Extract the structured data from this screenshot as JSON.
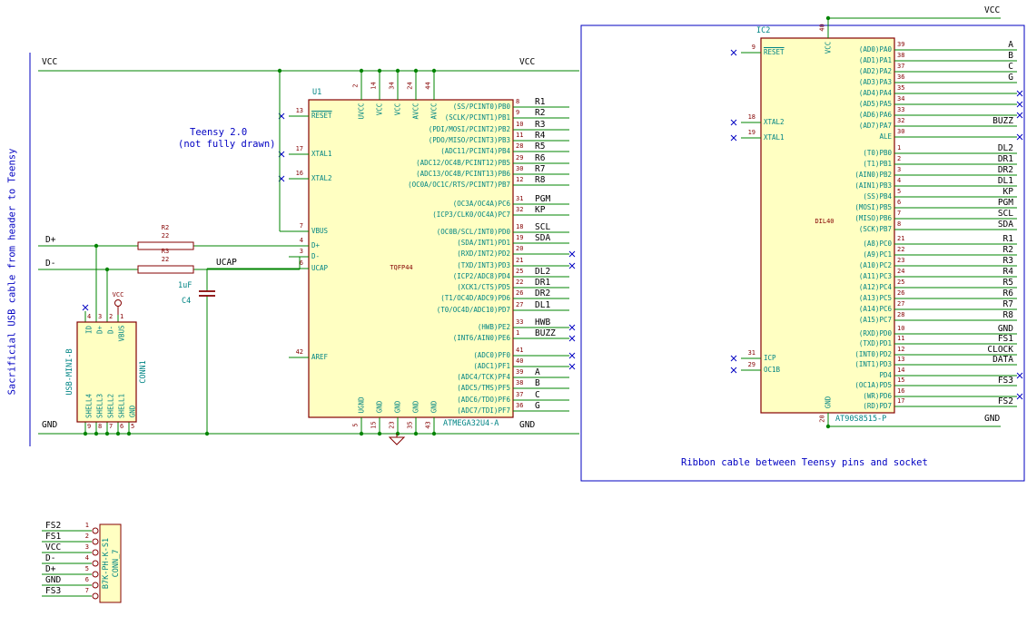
{
  "schematic": {
    "notes": {
      "left_vertical": "Sacrificial USB cable from header to Teensy",
      "teensy": [
        "Teensy 2.0",
        "(not fully drawn)"
      ],
      "ribbon": "Ribbon cable between Teensy pins and socket"
    },
    "power_labels": {
      "vcc": "VCC",
      "gnd": "GND"
    },
    "net_labels": {
      "dplus": "D+",
      "dminus": "D-",
      "ucap": "UCAP"
    },
    "colors": {
      "wire": "#008400",
      "component": "#840000",
      "fields": "#008484",
      "body_fill": "#FFFFC2",
      "note": "#0000C2",
      "label": "#000000"
    },
    "u1": {
      "ref": "U1",
      "value": "ATMEGA32U4-A",
      "footprint": "TQFP44",
      "left_pins": [
        {
          "name": "RESET",
          "number": "13",
          "overline": true,
          "nc": true
        },
        {
          "name": "XTAL1",
          "number": "17",
          "nc": true
        },
        {
          "name": "XTAL2",
          "number": "16",
          "nc": true
        },
        {
          "name": "VBUS",
          "number": "7"
        },
        {
          "name": "D+",
          "number": "4"
        },
        {
          "name": "D-",
          "number": "3"
        },
        {
          "name": "UCAP",
          "number": "6"
        },
        {
          "name": "AREF",
          "number": "42"
        }
      ],
      "top_pins": [
        {
          "name": "UVCC",
          "number": "2"
        },
        {
          "name": "VCC",
          "number": "14"
        },
        {
          "name": "VCC",
          "number": "34"
        },
        {
          "name": "AVCC",
          "number": "24"
        },
        {
          "name": "AVCC",
          "number": "44"
        }
      ],
      "bottom_pins": [
        {
          "name": "UGND",
          "number": "5"
        },
        {
          "name": "GND",
          "number": "15"
        },
        {
          "name": "GND",
          "number": "23"
        },
        {
          "name": "GND",
          "number": "35"
        },
        {
          "name": "GND",
          "number": "43"
        }
      ],
      "right_groups": [
        [
          {
            "name": "(SS/PCINT0)PB0",
            "number": "8",
            "net": "R1"
          },
          {
            "name": "(SCLK/PCINT1)PB1",
            "number": "9",
            "net": "R2"
          },
          {
            "name": "(PDI/MOSI/PCINT2)PB2",
            "number": "10",
            "net": "R3"
          },
          {
            "name": "(PDO/MISO/PCINT3)PB3",
            "number": "11",
            "net": "R4"
          },
          {
            "name": "(ADC11/PCINT4)PB4",
            "number": "28",
            "net": "R5"
          },
          {
            "name": "(ADC12/OC4B/PCINT12)PB5",
            "number": "29",
            "net": "R6"
          },
          {
            "name": "(ADC13/OC4B/PCINT13)PB6",
            "number": "30",
            "net": "R7"
          },
          {
            "name": "(OC0A/OC1C/RTS/PCINT7)PB7",
            "number": "12",
            "net": "R8"
          }
        ],
        [
          {
            "name": "(OC3A/OC4A)PC6",
            "number": "31",
            "net": "PGM"
          },
          {
            "name": "(ICP3/CLK0/OC4A)PC7",
            "number": "32",
            "net": "KP"
          }
        ],
        [
          {
            "name": "(OC0B/SCL/INT0)PD0",
            "number": "18",
            "net": "SCL"
          },
          {
            "name": "(SDA/INT1)PD1",
            "number": "19",
            "net": "SDA"
          },
          {
            "name": "(RXD/INT2)PD2",
            "number": "20",
            "nc": true
          },
          {
            "name": "(TXD/INT3)PD3",
            "number": "21",
            "nc": true
          },
          {
            "name": "(ICP2/ADC8)PD4",
            "number": "25",
            "net": "DL2"
          },
          {
            "name": "(XCK1/CTS)PD5",
            "number": "22",
            "net": "DR1"
          },
          {
            "name": "(T1/OC4D/ADC9)PD6",
            "number": "26",
            "net": "DR2"
          },
          {
            "name": "(T0/OC4D/ADC10)PD7",
            "number": "27",
            "net": "DL1"
          }
        ],
        [
          {
            "name": "(HWB)PE2",
            "number": "33",
            "net": "HWB",
            "nc": true
          },
          {
            "name": "(INT6/AIN0)PE6",
            "number": "1",
            "net": "BUZZ",
            "nc": true
          }
        ],
        [
          {
            "name": "(ADC0)PF0",
            "number": "41",
            "nc": true
          },
          {
            "name": "(ADC1)PF1",
            "number": "40",
            "nc": true
          },
          {
            "name": "(ADC4/TCK)PF4",
            "number": "39",
            "net": "A"
          },
          {
            "name": "(ADC5/TMS)PF5",
            "number": "38",
            "net": "B"
          },
          {
            "name": "(ADC6/TDO)PF6",
            "number": "37",
            "net": "C"
          },
          {
            "name": "(ADC7/TDI)PF7",
            "number": "36",
            "net": "G"
          }
        ]
      ]
    },
    "ic2": {
      "ref": "IC2",
      "value": "AT90S8515-P",
      "footprint": "DIL40",
      "left_pins": [
        {
          "name": "RESET",
          "number": "9",
          "overline": true
        },
        {
          "name": "XTAL2",
          "number": "18"
        },
        {
          "name": "XTAL1",
          "number": "19"
        },
        {
          "name": "ICP",
          "number": "31"
        },
        {
          "name": "OC1B",
          "number": "29"
        }
      ],
      "top_pin": {
        "name": "VCC",
        "number": "40"
      },
      "bottom_pin": {
        "name": "GND",
        "number": "20"
      },
      "right_groups": [
        [
          {
            "name": "(AD0)PA0",
            "number": "39",
            "net": "A"
          },
          {
            "name": "(AD1)PA1",
            "number": "38",
            "net": "B"
          },
          {
            "name": "(AD2)PA2",
            "number": "37",
            "net": "C"
          },
          {
            "name": "(AD3)PA3",
            "number": "36",
            "net": "G"
          },
          {
            "name": "(AD4)PA4",
            "number": "35",
            "nc": true
          },
          {
            "name": "(AD5)PA5",
            "number": "34",
            "nc": true
          },
          {
            "name": "(AD6)PA6",
            "number": "33",
            "nc": true
          },
          {
            "name": "(AD7)PA7",
            "number": "32",
            "net": "BUZZ"
          }
        ],
        [
          {
            "name": "ALE",
            "number": "30",
            "nc": true
          }
        ],
        [
          {
            "name": "(T0)PB0",
            "number": "1",
            "net": "DL2"
          },
          {
            "name": "(T1)PB1",
            "number": "2",
            "net": "DR1"
          },
          {
            "name": "(AIN0)PB2",
            "number": "3",
            "net": "DR2"
          },
          {
            "name": "(AIN1)PB3",
            "number": "4",
            "net": "DL1"
          },
          {
            "name": "(SS)PB4",
            "number": "5",
            "net": "KP"
          },
          {
            "name": "(MOSI)PB5",
            "number": "6",
            "net": "PGM"
          },
          {
            "name": "(MISO)PB6",
            "number": "7",
            "net": "SCL"
          },
          {
            "name": "(SCK)PB7",
            "number": "8",
            "net": "SDA"
          }
        ],
        [
          {
            "name": "(A8)PC0",
            "number": "21",
            "net": "R1"
          },
          {
            "name": "(A9)PC1",
            "number": "22",
            "net": "R2"
          },
          {
            "name": "(A10)PC2",
            "number": "23",
            "net": "R3"
          },
          {
            "name": "(A11)PC3",
            "number": "24",
            "net": "R4"
          },
          {
            "name": "(A12)PC4",
            "number": "25",
            "net": "R5"
          },
          {
            "name": "(A13)PC5",
            "number": "26",
            "net": "R6"
          },
          {
            "name": "(A14)PC6",
            "number": "27",
            "net": "R7"
          },
          {
            "name": "(A15)PC7",
            "number": "28",
            "net": "R8"
          }
        ],
        [
          {
            "name": "(RXD)PD0",
            "number": "10",
            "net": "GND"
          },
          {
            "name": "(TXD)PD1",
            "number": "11",
            "net": "FS1"
          },
          {
            "name": "(INT0)PD2",
            "number": "12",
            "net": "CLOCK"
          },
          {
            "name": "(INT1)PD3",
            "number": "13",
            "net": "DATA"
          },
          {
            "name": "PD4",
            "number": "14",
            "nc": true
          },
          {
            "name": "(OC1A)PD5",
            "number": "15",
            "net": "FS3"
          },
          {
            "name": "(WR)PD6",
            "number": "16",
            "nc": true
          },
          {
            "name": "(RD)PD7",
            "number": "17",
            "net": "FS2"
          }
        ]
      ]
    },
    "conn1": {
      "ref": "CONN1",
      "value": "USB-MINI-B",
      "top_pins": [
        {
          "name": "ID",
          "number": "4",
          "nc": true
        },
        {
          "name": "D+",
          "number": "3"
        },
        {
          "name": "D-",
          "number": "2"
        },
        {
          "name": "VBUS",
          "number": "1"
        }
      ],
      "bottom_pins": [
        {
          "name": "SHELL4",
          "number": "9"
        },
        {
          "name": "SHELL3",
          "number": "8"
        },
        {
          "name": "SHELL2",
          "number": "7"
        },
        {
          "name": "SHELL1",
          "number": "6"
        },
        {
          "name": "GND",
          "number": "5"
        }
      ]
    },
    "conn7": {
      "ref": "CONN_7",
      "value": "B7K-PH-K-S1",
      "pins": [
        {
          "net": "FS2",
          "number": "1"
        },
        {
          "net": "FS1",
          "number": "2"
        },
        {
          "net": "VCC",
          "number": "3"
        },
        {
          "net": "D-",
          "number": "4"
        },
        {
          "net": "D+",
          "number": "5"
        },
        {
          "net": "GND",
          "number": "6"
        },
        {
          "net": "FS3",
          "number": "7"
        }
      ]
    },
    "r2": {
      "ref": "R2",
      "value": "22"
    },
    "r3": {
      "ref": "R3",
      "value": "22"
    },
    "c4": {
      "ref": "C4",
      "value": "1uF"
    }
  }
}
